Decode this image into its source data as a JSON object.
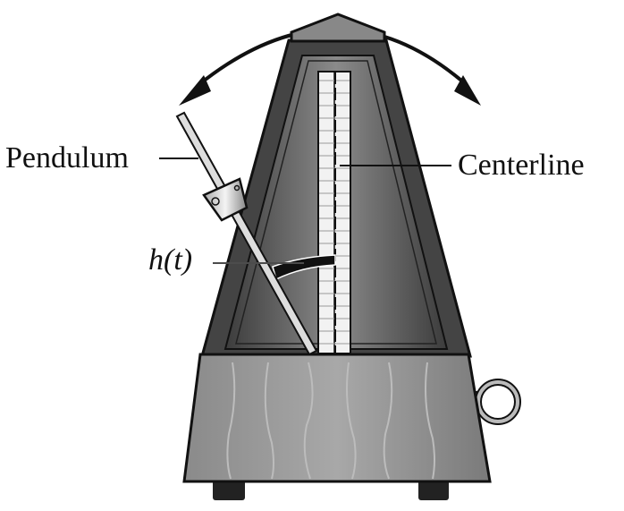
{
  "labels": {
    "pendulum": "Pendulum",
    "centerline": "Centerline",
    "height": "h(t)"
  },
  "colors": {
    "body_dark": "#4a4a4a",
    "panel": "#6e6e6e",
    "wood": "#9a9a9a",
    "scale": "#f0f0f0"
  }
}
